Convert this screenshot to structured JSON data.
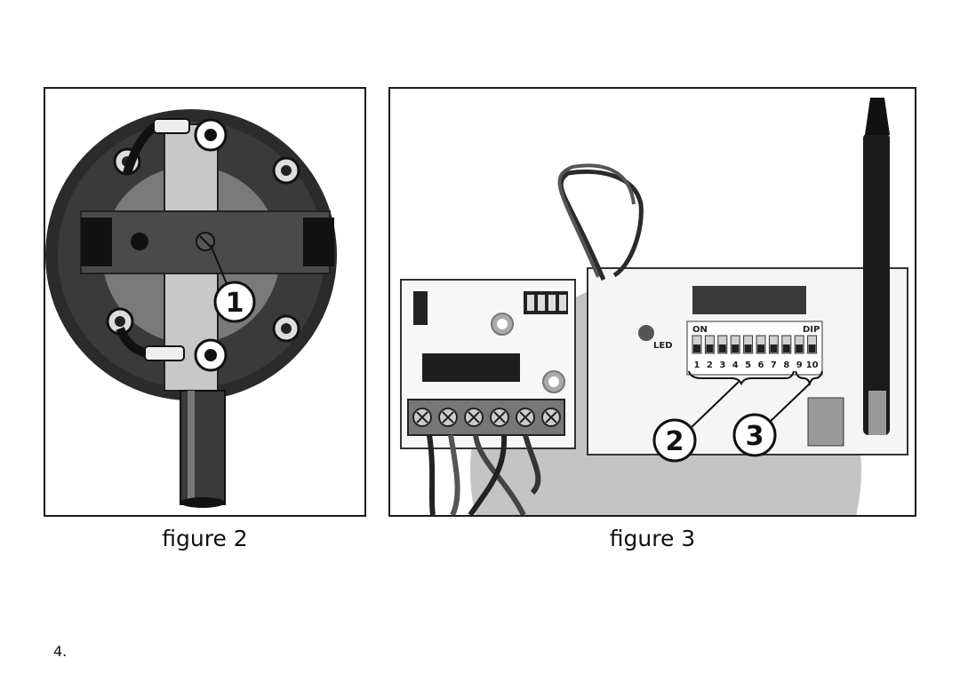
{
  "figure2": {
    "caption": "figure 2",
    "callout": "1"
  },
  "figure3": {
    "caption": "figure 3",
    "callout_left": "2",
    "callout_right": "3",
    "led_label": "LED",
    "dip_on_label": "ON",
    "dip_label": "DIP",
    "dip_numbers": [
      "1",
      "2",
      "3",
      "4",
      "5",
      "6",
      "7",
      "8",
      "9",
      "10"
    ]
  },
  "page_number": "4."
}
